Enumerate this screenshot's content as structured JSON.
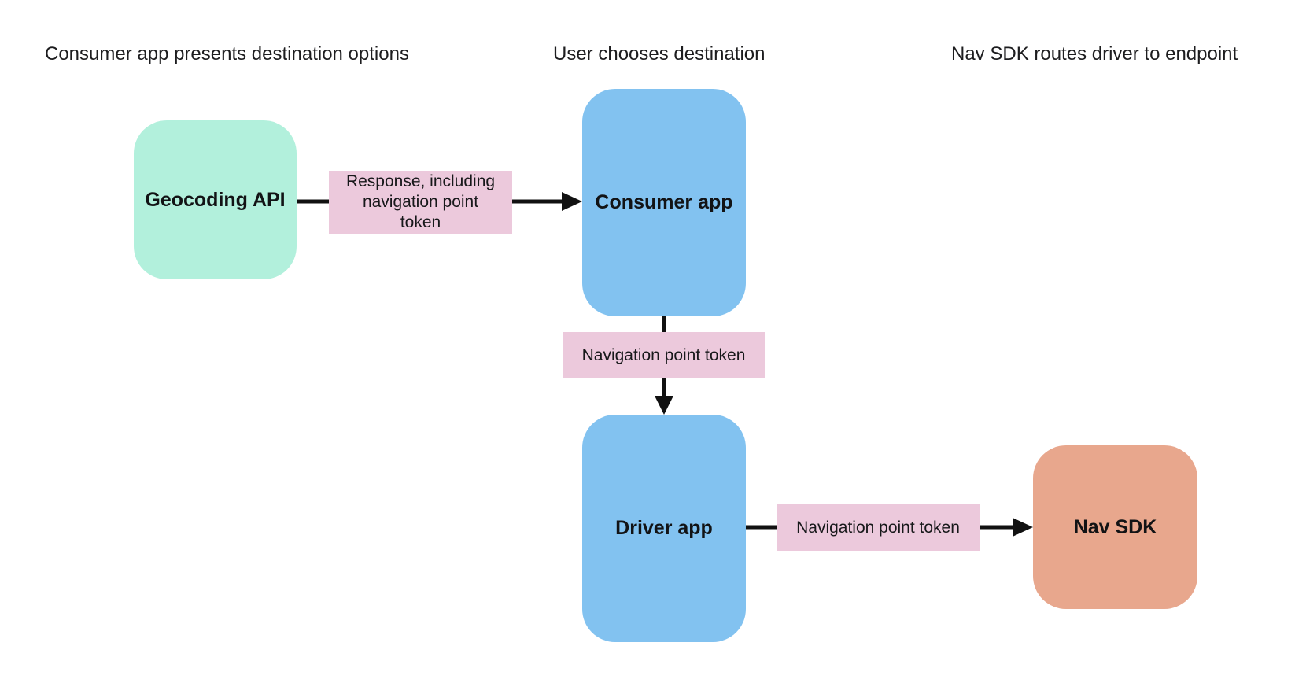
{
  "diagram": {
    "headers": [
      "Consumer app presents destination options",
      "User chooses destination",
      "Nav SDK routes driver to endpoint"
    ],
    "nodes": {
      "geocoding_api": {
        "label": "Geocoding API",
        "color": "#b2f0dc"
      },
      "consumer_app": {
        "label": "Consumer app",
        "color": "#82c2f0"
      },
      "driver_app": {
        "label": "Driver app",
        "color": "#82c2f0"
      },
      "nav_sdk": {
        "label": "Nav SDK",
        "color": "#e8a78d"
      }
    },
    "edge_labels": {
      "geocoding_to_consumer": {
        "label": "Response, including navigation point token",
        "color": "#ecc9dc"
      },
      "consumer_to_driver": {
        "label": "Navigation point token",
        "color": "#ecc9dc"
      },
      "driver_to_navsdk": {
        "label": "Navigation point token",
        "color": "#ecc9dc"
      }
    },
    "colors": {
      "background": "#ffffff",
      "arrow": "#111111",
      "text": "#1d1d1f"
    }
  }
}
